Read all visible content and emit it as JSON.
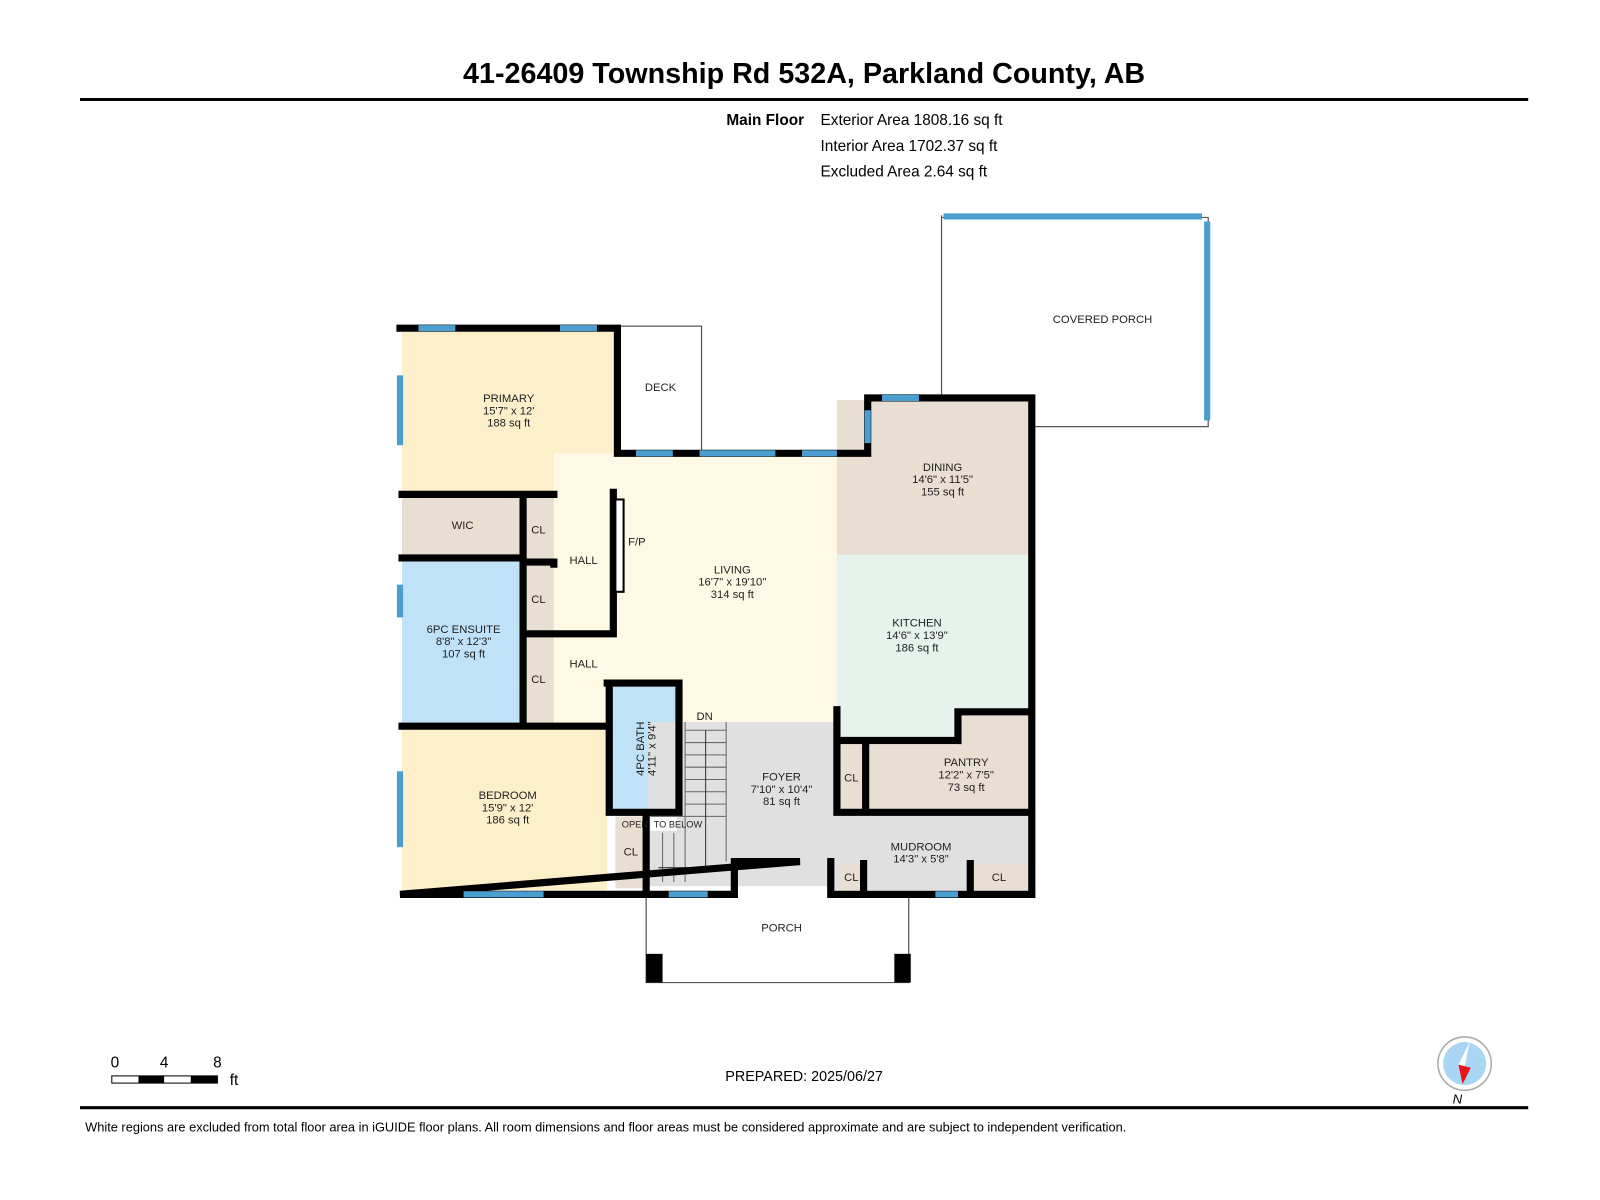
{
  "header": {
    "title": "41-26409 Township Rd 532A, Parkland County, AB"
  },
  "areas": {
    "floor_label": "Main Floor",
    "exterior": "Exterior Area 1808.16 sq ft",
    "interior": "Interior Area 1702.37 sq ft",
    "excluded": "Excluded Area 2.64 sq ft"
  },
  "rooms": {
    "primary": {
      "name": "PRIMARY",
      "dims": "15'7\" x 12'",
      "area": "188 sq ft"
    },
    "living": {
      "name": "LIVING",
      "dims": "16'7\" x 19'10\"",
      "area": "314 sq ft"
    },
    "dining": {
      "name": "DINING",
      "dims": "14'6\" x 11'5\"",
      "area": "155 sq ft"
    },
    "kitchen": {
      "name": "KITCHEN",
      "dims": "14'6\" x 13'9\"",
      "area": "186 sq ft"
    },
    "ensuite": {
      "name": "6PC ENSUITE",
      "dims": "8'8\" x 12'3\"",
      "area": "107 sq ft"
    },
    "bath": {
      "name": "4PC BATH",
      "dims": "4'11\" x 9'4\""
    },
    "bedroom": {
      "name": "BEDROOM",
      "dims": "15'9\" x 12'",
      "area": "186 sq ft"
    },
    "foyer": {
      "name": "FOYER",
      "dims": "7'10\" x 10'4\"",
      "area": "81 sq ft"
    },
    "pantry": {
      "name": "PANTRY",
      "dims": "12'2\" x 7'5\"",
      "area": "73 sq ft"
    },
    "mudroom": {
      "name": "MUDROOM",
      "dims": "14'3\" x 5'8\""
    }
  },
  "labels": {
    "deck": "DECK",
    "covered_porch": "COVERED PORCH",
    "porch": "PORCH",
    "wic": "WIC",
    "hall": "HALL",
    "closet": "CL",
    "fireplace": "F/P",
    "down": "DN",
    "open": "OPEN",
    "to_below": "TO BELOW"
  },
  "scale": {
    "ticks": [
      "0",
      "4",
      "8"
    ],
    "unit": "ft"
  },
  "compass": {
    "label": "N",
    "icon": "north-arrow-compass-icon"
  },
  "footer": {
    "prepared": "PREPARED: 2025/06/27",
    "disclaimer": "White regions are excluded from total floor area in iGUIDE floor plans. All room dimensions and floor areas must be considered approximate and are subject to independent verification."
  },
  "colors": {
    "bedroom": "#fcefc9",
    "living": "#fef9e4",
    "utility": "#e8dfd2",
    "kitchen": "#e5f3ec",
    "bath": "#bfe2f9",
    "circulation": "#e0e0e0",
    "window": "#4a9fd0"
  }
}
